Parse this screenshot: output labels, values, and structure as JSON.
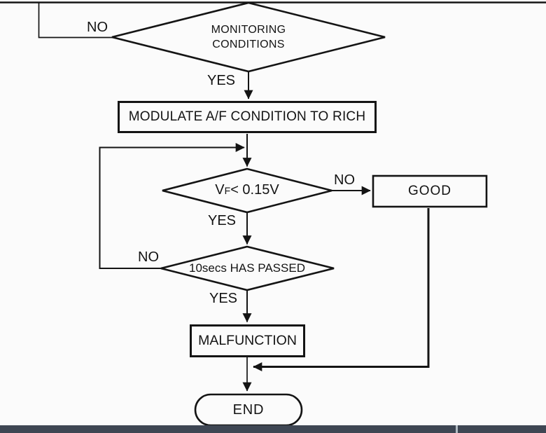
{
  "colors": {
    "ink": "#141414",
    "background": "#fbfbfb",
    "footer_bar": "#3e4653",
    "footer_divider": "#b3bcc4"
  },
  "flowchart": {
    "decision_monitoring": {
      "label": "MONITORING\nCONDITIONS"
    },
    "process_modulate": {
      "label": "MODULATE A/F CONDITION TO RICH"
    },
    "decision_vf": {
      "base": "V",
      "subscript": "F",
      "rest": " < 0.15V"
    },
    "process_good": {
      "label": "GOOD"
    },
    "decision_10secs": {
      "label": "10secs HAS PASSED"
    },
    "process_malfunction": {
      "label": "MALFUNCTION"
    },
    "terminator_end": {
      "label": "END"
    },
    "edge_labels": {
      "monitoring_no": "NO",
      "monitoring_yes": "YES",
      "vf_no": "NO",
      "vf_yes": "YES",
      "secs_no": "NO",
      "secs_yes": "YES"
    }
  }
}
